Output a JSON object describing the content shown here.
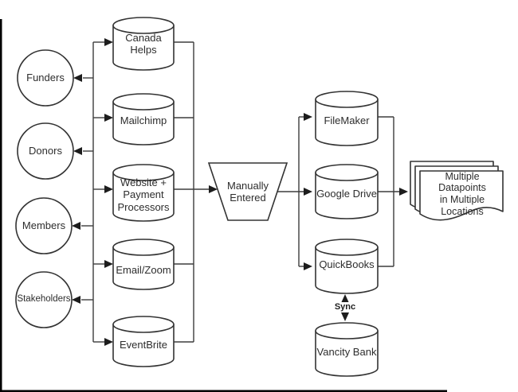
{
  "diagram": {
    "stakeholders": [
      {
        "label": "Funders"
      },
      {
        "label": "Donors"
      },
      {
        "label": "Members"
      },
      {
        "label": "Stakeholders"
      }
    ],
    "source_systems": [
      {
        "label": "Canada\nHelps"
      },
      {
        "label": "Mailchimp"
      },
      {
        "label": "Website +\nPayment\nProcessors"
      },
      {
        "label": "Email/Zoom"
      },
      {
        "label": "EventBrite"
      }
    ],
    "process": {
      "label": "Manually\nEntered"
    },
    "destination_systems": [
      {
        "label": "FileMaker"
      },
      {
        "label": "Google Drive"
      },
      {
        "label": "QuickBooks"
      }
    ],
    "bank": {
      "label": "Vancity Bank"
    },
    "sync": {
      "label": "Sync"
    },
    "output": {
      "label": "Multiple Datapoints\nin Multiple\nLocations"
    },
    "colors": {
      "stroke": "#333333",
      "connector": "#3d3d3d",
      "text": "#2d2d2d",
      "background": "#ffffff",
      "edge": "#000000"
    }
  }
}
